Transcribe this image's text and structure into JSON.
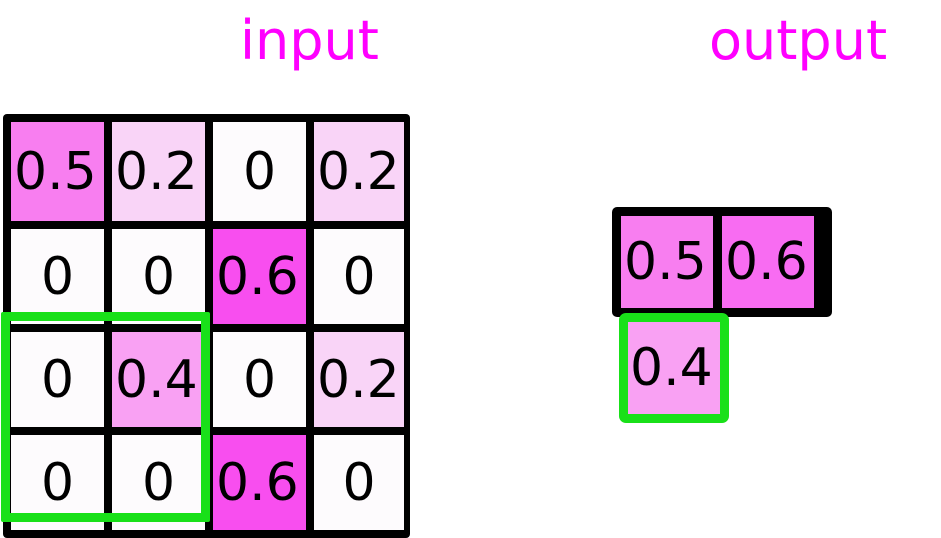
{
  "panels": {
    "input": {
      "title": "input"
    },
    "output": {
      "title": "output"
    }
  },
  "colors": {
    "title": "#ff00ff",
    "grid_line": "#000000",
    "selection": "#19e019",
    "value_0": "#fdfbfd",
    "value_0_2": "#f9d4f7",
    "value_0_4": "#f9a1f3",
    "value_0_5": "#f87ef0",
    "value_0_6": "#f84eef",
    "value_0_6_out": "#f86cf2",
    "text": "#000000"
  },
  "chart_data": {
    "type": "heatmap",
    "title": "input",
    "rows": 4,
    "cols": 4,
    "values": [
      [
        0.5,
        0.2,
        0,
        0.2
      ],
      [
        0,
        0,
        0.6,
        0
      ],
      [
        0,
        0.4,
        0,
        0.2
      ],
      [
        0,
        0,
        0.6,
        0
      ]
    ],
    "colorscale": "white-to-magenta",
    "selection_box": {
      "row_start": 2,
      "row_end": 3,
      "col_start": 0,
      "col_end": 1
    },
    "output": {
      "title": "output",
      "values": [
        [
          0.5,
          0.6
        ],
        [
          0.4,
          null
        ]
      ],
      "selection_box": {
        "row": 1,
        "col": 0
      }
    }
  },
  "input_grid": {
    "cells": [
      {
        "id": "r0c0",
        "value": "0.5",
        "fill": "#f87ef0"
      },
      {
        "id": "r0c1",
        "value": "0.2",
        "fill": "#f9d4f7"
      },
      {
        "id": "r0c2",
        "value": "0",
        "fill": "#fdfbfd"
      },
      {
        "id": "r0c3",
        "value": "0.2",
        "fill": "#f9d4f7"
      },
      {
        "id": "r1c0",
        "value": "0",
        "fill": "#fdfbfd"
      },
      {
        "id": "r1c1",
        "value": "0",
        "fill": "#fdfbfd"
      },
      {
        "id": "r1c2",
        "value": "0.6",
        "fill": "#f84eef"
      },
      {
        "id": "r1c3",
        "value": "0",
        "fill": "#fdfbfd"
      },
      {
        "id": "r2c0",
        "value": "0",
        "fill": "#fdfbfd"
      },
      {
        "id": "r2c1",
        "value": "0.4",
        "fill": "#f9a1f3"
      },
      {
        "id": "r2c2",
        "value": "0",
        "fill": "#fdfbfd"
      },
      {
        "id": "r2c3",
        "value": "0.2",
        "fill": "#f9d4f7"
      },
      {
        "id": "r3c0",
        "value": "0",
        "fill": "#fdfbfd"
      },
      {
        "id": "r3c1",
        "value": "0",
        "fill": "#fdfbfd"
      },
      {
        "id": "r3c2",
        "value": "0.6",
        "fill": "#f84eef"
      },
      {
        "id": "r3c3",
        "value": "0",
        "fill": "#fdfbfd"
      }
    ]
  },
  "output_grid": {
    "cells": [
      {
        "id": "o_r0c0",
        "value": "0.5",
        "fill": "#f87ef0"
      },
      {
        "id": "o_r0c1",
        "value": "0.6",
        "fill": "#f86cf2"
      }
    ],
    "selected_cell": {
      "id": "o_r1c0",
      "value": "0.4",
      "fill": "#f9a1f3"
    }
  }
}
